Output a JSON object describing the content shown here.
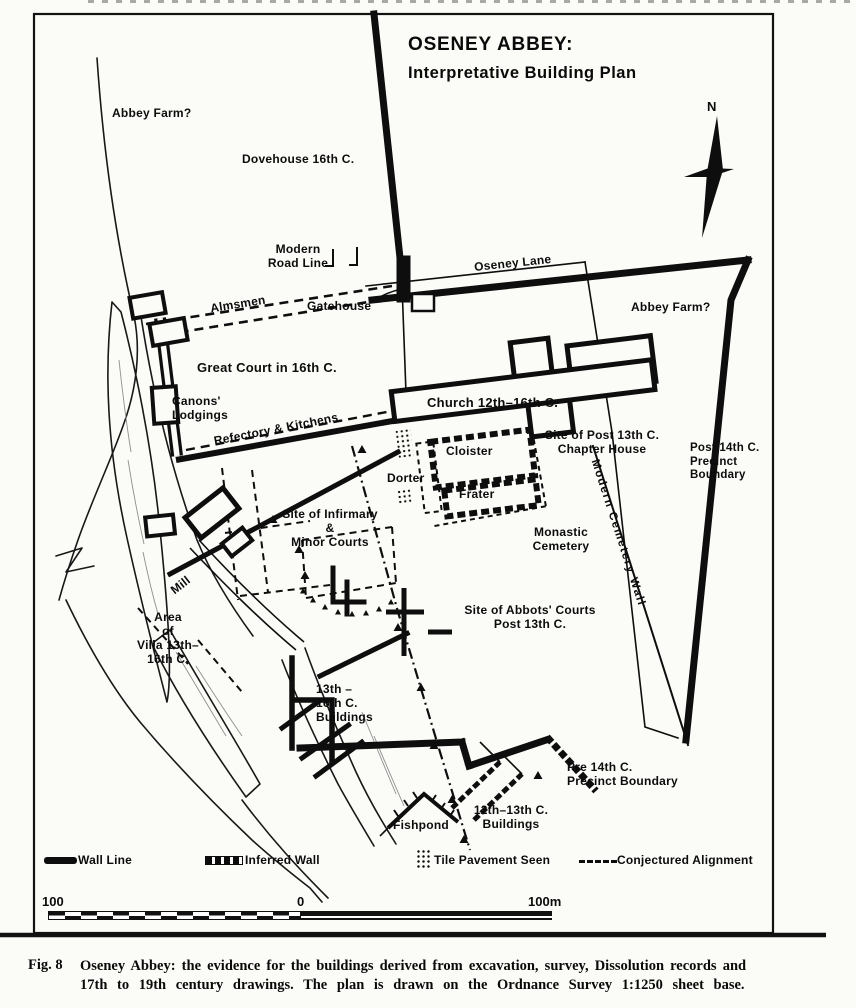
{
  "figure": {
    "title_line1": "OSENEY ABBEY:",
    "title_line2": "Interpretative Building Plan",
    "north_label": "N"
  },
  "map": {
    "labels": {
      "abbey_farm_nw": "Abbey Farm?",
      "dovehouse": "Dovehouse 16th C.",
      "modern_road_line": "Modern\nRoad Line",
      "oseney_lane": "Oseney Lane",
      "almsmen": "Almsmen",
      "gatehouse": "Gatehouse",
      "abbey_farm_ne": "Abbey Farm?",
      "great_court": "Great Court in 16th C.",
      "canons_lodgings": "Canons'\nLodgings",
      "refectory_kitchens": "Refectory & Kitchens",
      "church": "Church 12th–16th C.",
      "chapter_house": "Site of Post 13th C.\nChapter House",
      "post14_boundary": "Post 14th C.\nPrecinct\nBoundary",
      "cloister": "Cloister",
      "dorter": "Dorter",
      "frater": "Frater",
      "monastic_cemetery": "Monastic\nCemetery",
      "modern_cemetery_wall": "Modern Cemetery Wall",
      "infirmary": "Site of Infirmary\n&\nMinor Courts",
      "mill": "Mill",
      "villa": "Area\nof\nVilla 13th–\n16th C.",
      "abbots_courts": "Site of Abbots' Courts\nPost 13th C.",
      "buildings_13_16": "13th –\n16th C.\nBuildings",
      "pre14_boundary": "Pre 14th C.\nPrecinct Boundary",
      "buildings_12_13": "12th–13th C.\nBuildings",
      "fishpond": "Fishpond"
    }
  },
  "legend": {
    "items": [
      {
        "id": "wall-line",
        "label": "Wall Line"
      },
      {
        "id": "inferred-wall",
        "label": "Inferred Wall"
      },
      {
        "id": "tile-pavement",
        "label": "Tile Pavement Seen"
      },
      {
        "id": "conjectured-alignment",
        "label": "Conjectured Alignment"
      }
    ]
  },
  "scale_bar": {
    "left_value": "100",
    "zero_value": "0",
    "right_value": "100m"
  },
  "caption": {
    "fig_label": "Fig. 8",
    "line1": "Oseney Abbey: the evidence for the buildings derived from excavation, survey, Dissolution records and",
    "line2": "17th to 19th century drawings. The plan is drawn on the Ordnance Survey 1:1250 sheet base."
  },
  "colors": {
    "ink": "#0d0d0d",
    "paper": "#fbfbf8"
  }
}
